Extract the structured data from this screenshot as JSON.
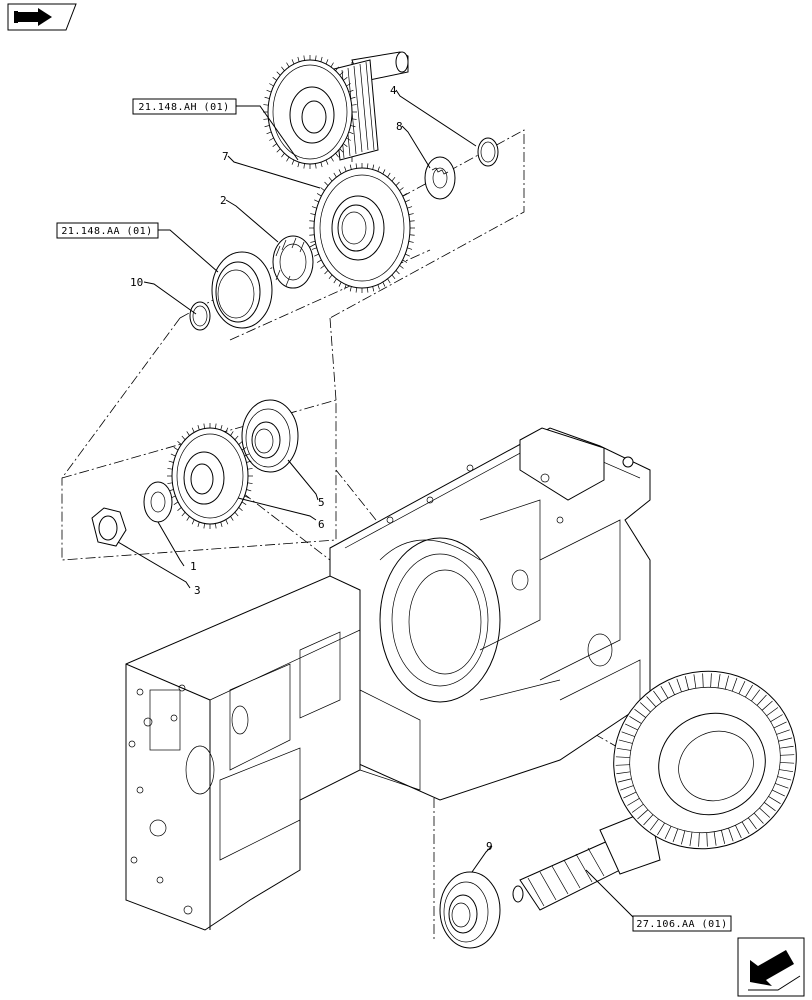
{
  "navigation": {
    "prev_icon": "book-arrow-icon",
    "next_icon": "next-page-arrow-icon"
  },
  "references": [
    {
      "id": "ref-21148ah",
      "label": "21.148.AH (01)"
    },
    {
      "id": "ref-21148aa",
      "label": "21.148.AA (01)"
    },
    {
      "id": "ref-27106aa",
      "label": "27.106.AA (01)"
    }
  ],
  "callouts": [
    {
      "id": "callout-1",
      "label": "1"
    },
    {
      "id": "callout-2",
      "label": "2"
    },
    {
      "id": "callout-3",
      "label": "3"
    },
    {
      "id": "callout-4",
      "label": "4"
    },
    {
      "id": "callout-5",
      "label": "5"
    },
    {
      "id": "callout-6",
      "label": "6"
    },
    {
      "id": "callout-7",
      "label": "7"
    },
    {
      "id": "callout-8",
      "label": "8"
    },
    {
      "id": "callout-9",
      "label": "9"
    },
    {
      "id": "callout-10",
      "label": "10"
    }
  ]
}
